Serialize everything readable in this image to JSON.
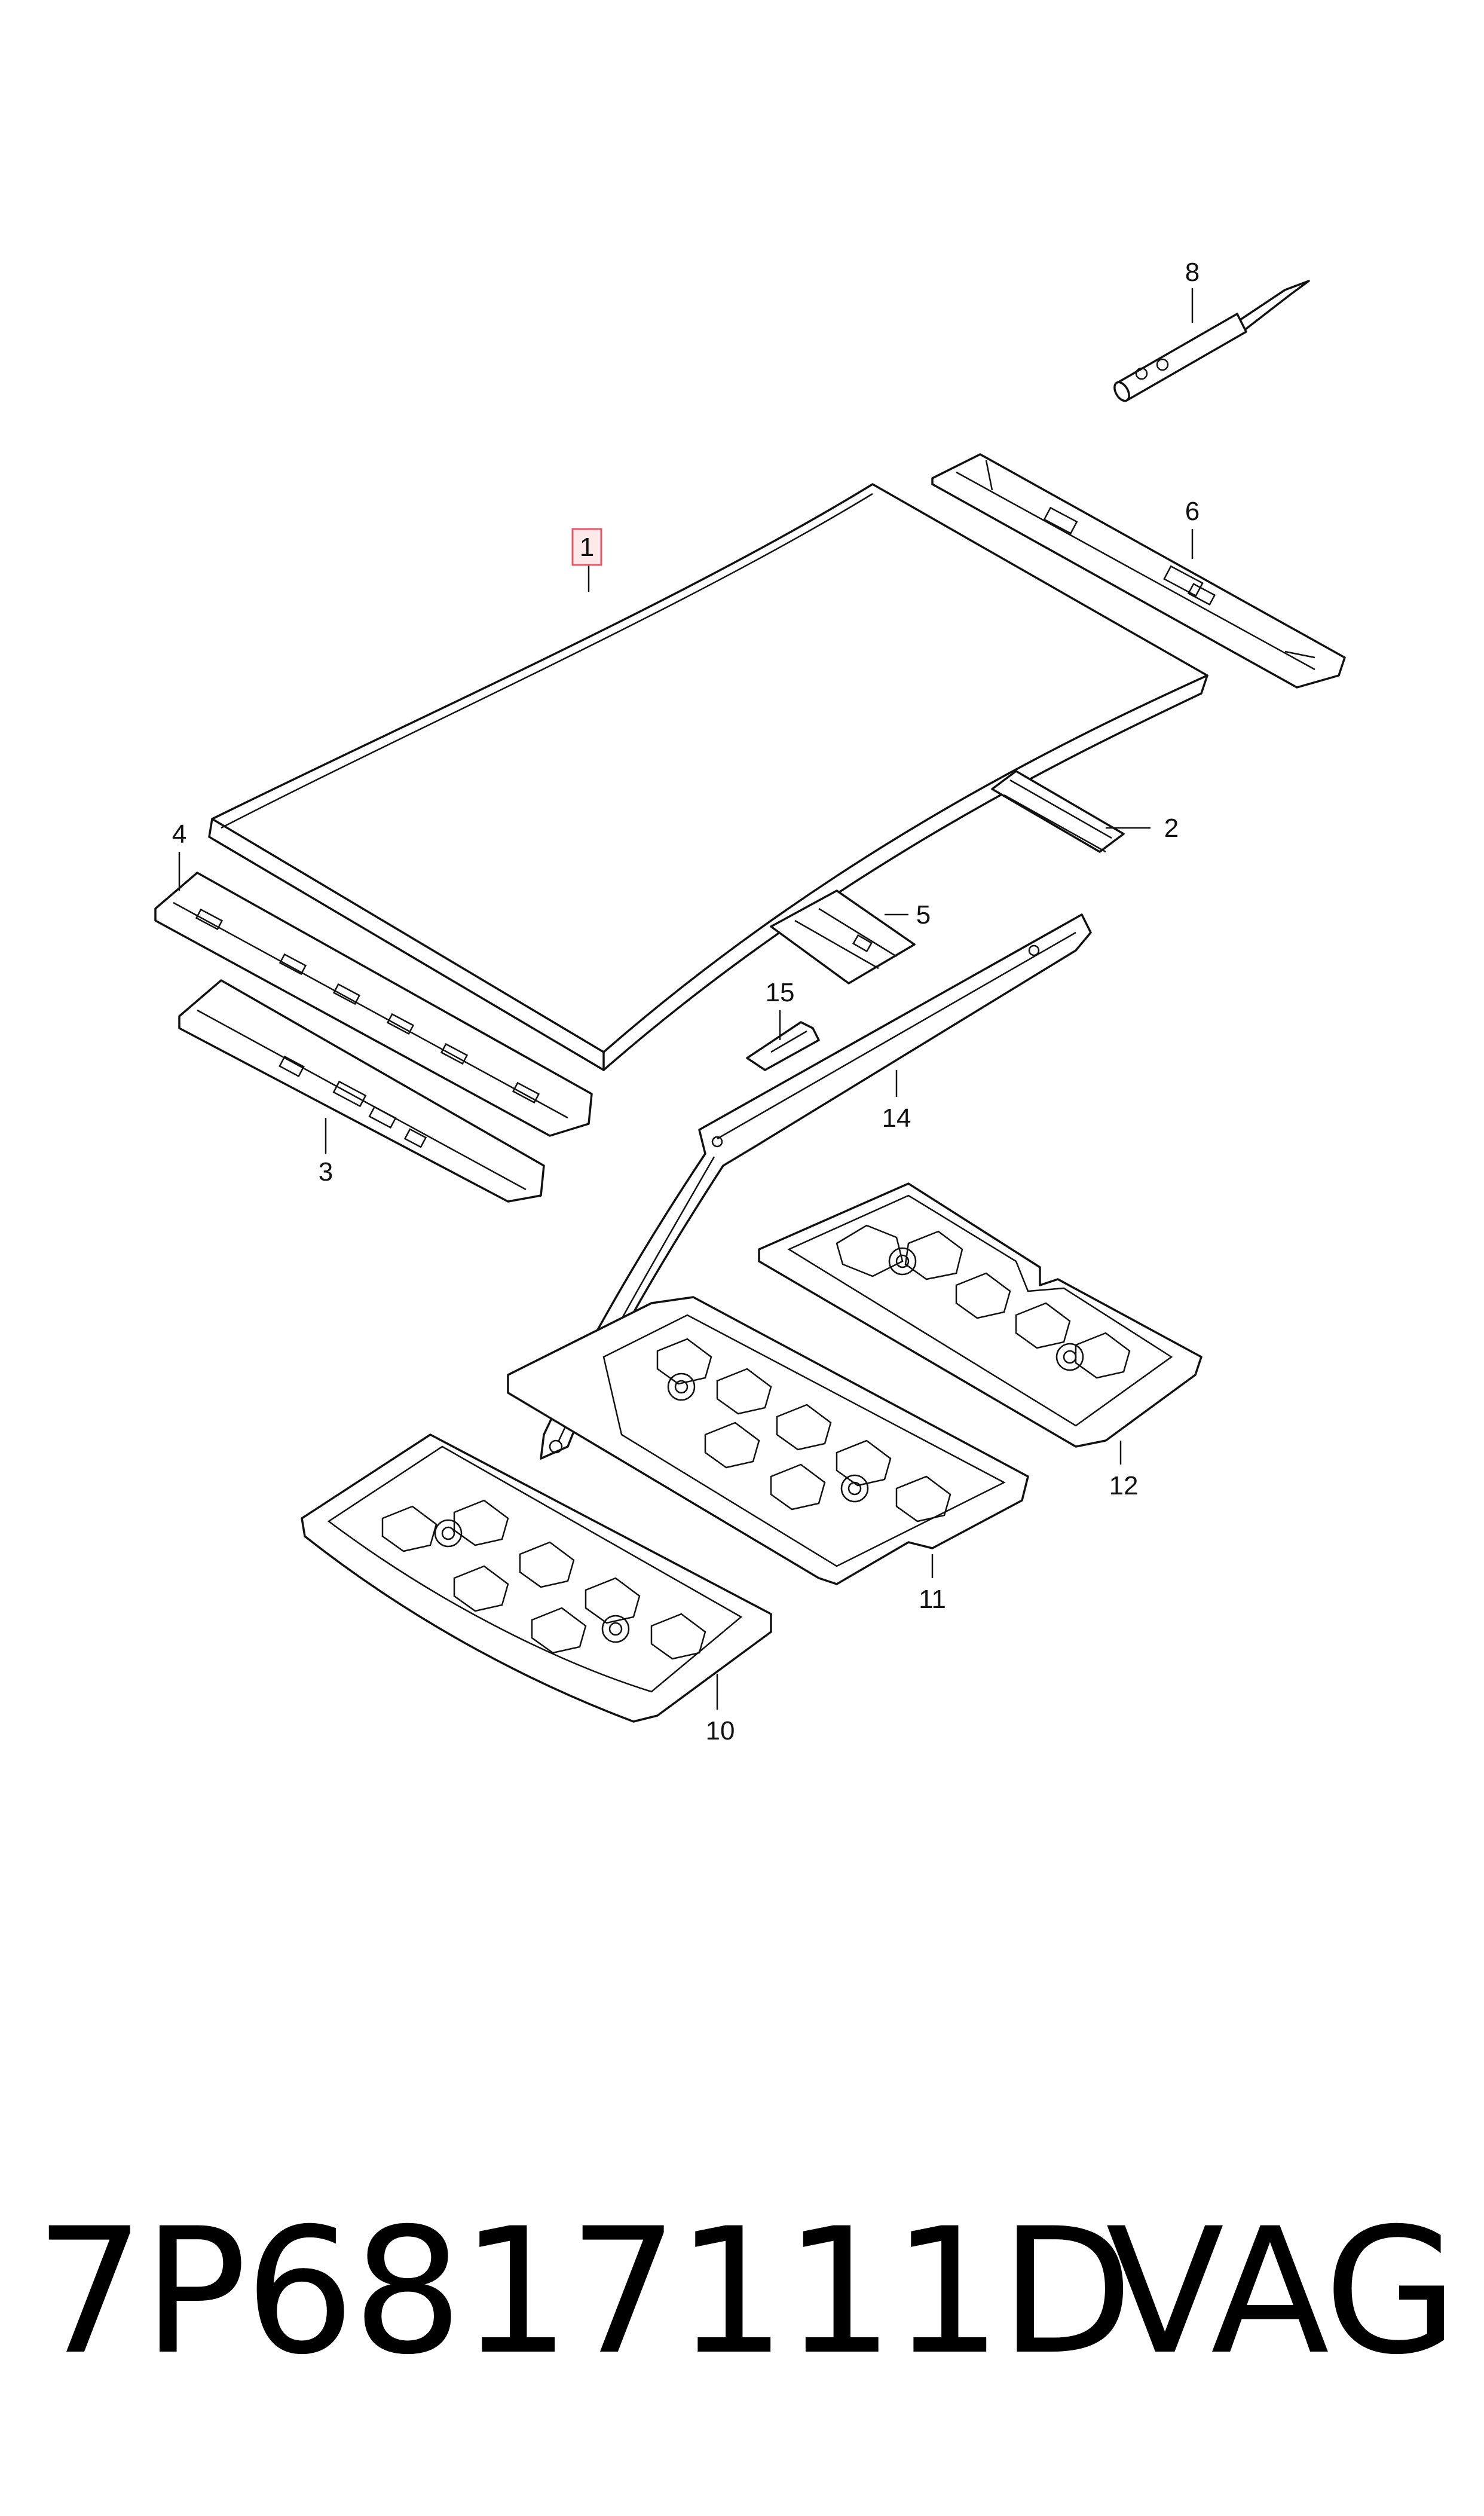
{
  "diagram": {
    "callouts": [
      {
        "id": "1",
        "label": "1",
        "part": "roof-panel",
        "highlighted": true
      },
      {
        "id": "2",
        "label": "2",
        "part": "roof-bracket-small"
      },
      {
        "id": "3",
        "label": "3",
        "part": "front-cross-member-lower"
      },
      {
        "id": "4",
        "label": "4",
        "part": "front-cross-member-upper"
      },
      {
        "id": "5",
        "label": "5",
        "part": "roof-bracket-center"
      },
      {
        "id": "6",
        "label": "6",
        "part": "rear-cross-member"
      },
      {
        "id": "8",
        "label": "8",
        "part": "sealant-cartridge"
      },
      {
        "id": "10",
        "label": "10",
        "part": "roof-bow-front"
      },
      {
        "id": "11",
        "label": "11",
        "part": "roof-bow-middle"
      },
      {
        "id": "12",
        "label": "12",
        "part": "roof-bow-rear"
      },
      {
        "id": "14",
        "label": "14",
        "part": "roof-side-rail"
      },
      {
        "id": "15",
        "label": "15",
        "part": "clip"
      }
    ],
    "highlight_color": "#e05a6a"
  },
  "footer": {
    "part_number": "7P6817111D",
    "brand": "VAG"
  }
}
